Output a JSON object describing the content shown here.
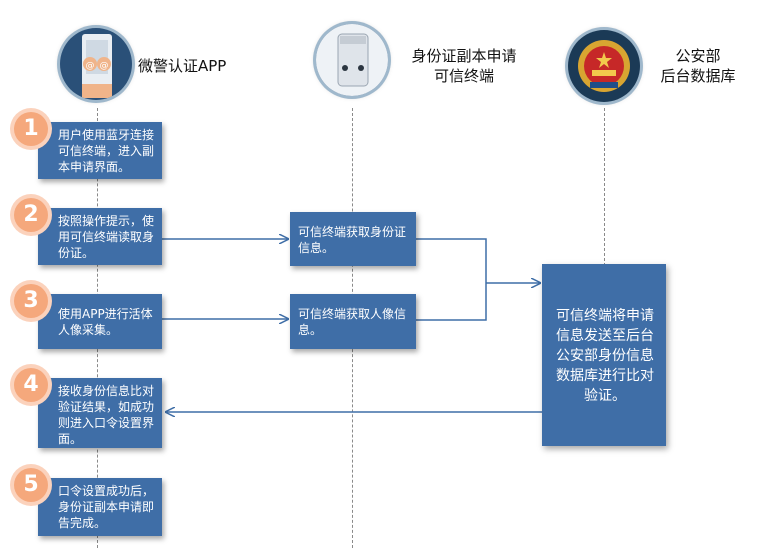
{
  "columns": {
    "app": {
      "title": "微警认证APP",
      "icon": "phone-app-icon"
    },
    "terminal": {
      "title_line1": "身份证副本申请",
      "title_line2": "可信终端",
      "icon": "terminal-device-icon"
    },
    "police": {
      "title_line1": "公安部",
      "title_line2": "后台数据库",
      "icon": "police-emblem-icon"
    }
  },
  "steps": [
    {
      "num": "1",
      "text": "用户使用蓝牙连接可信终端，进入副本申请界面。"
    },
    {
      "num": "2",
      "text": "按照操作提示，使用可信终端读取身份证。"
    },
    {
      "num": "3",
      "text": "使用APP进行活体人像采集。"
    },
    {
      "num": "4",
      "text": "接收身份信息比对验证结果，如成功则进入口令设置界面。"
    },
    {
      "num": "5",
      "text": "口令设置成功后，身份证副本申请即告完成。"
    }
  ],
  "terminal_boxes": [
    {
      "text": "可信终端获取身份证信息。"
    },
    {
      "text": "可信终端获取人像信息。"
    }
  ],
  "result_box": {
    "text": "可信终端将申请信息发送至后台公安部身份信息数据库进行比对验证。"
  },
  "colors": {
    "box": "#3f6ea7",
    "step_circle": "#f5a87c",
    "arrow": "#3f6ea7"
  }
}
